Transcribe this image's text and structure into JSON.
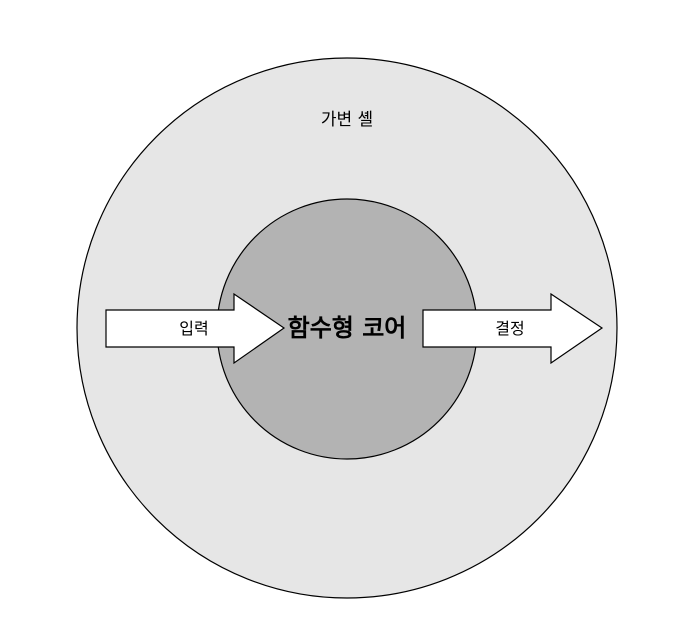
{
  "outer_label": "가변 셸",
  "core_label": "함수형 코어",
  "input_label": "입력",
  "output_label": "결정",
  "colors": {
    "outer_fill": "#e6e6e6",
    "core_fill": "#b3b3b3",
    "arrow_fill": "#ffffff",
    "stroke": "#000000"
  }
}
